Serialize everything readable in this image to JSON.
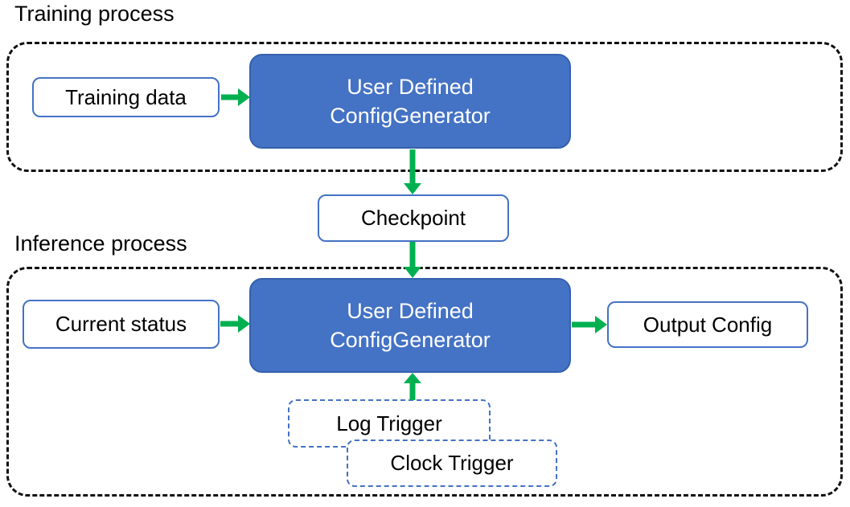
{
  "colors": {
    "canvas_bg": "#FFFFFF",
    "generator_fill": "#4472C4",
    "generator_border": "#3561AD",
    "io_border": "#4472C4",
    "trigger_border": "#4472C4",
    "arrow_green": "#00B050",
    "container_border": "#111111",
    "text_dark": "#000000",
    "text_light": "#FFFFFF"
  },
  "training": {
    "label": "Training process",
    "input_box": "Training data",
    "generator_line1": "User Defined",
    "generator_line2": "ConfigGenerator"
  },
  "checkpoint": {
    "label": "Checkpoint"
  },
  "inference": {
    "label": "Inference process",
    "input_box": "Current status",
    "generator_line1": "User Defined",
    "generator_line2": "ConfigGenerator",
    "output_box": "Output Config",
    "trigger_log": "Log Trigger",
    "trigger_clock": "Clock Trigger"
  }
}
